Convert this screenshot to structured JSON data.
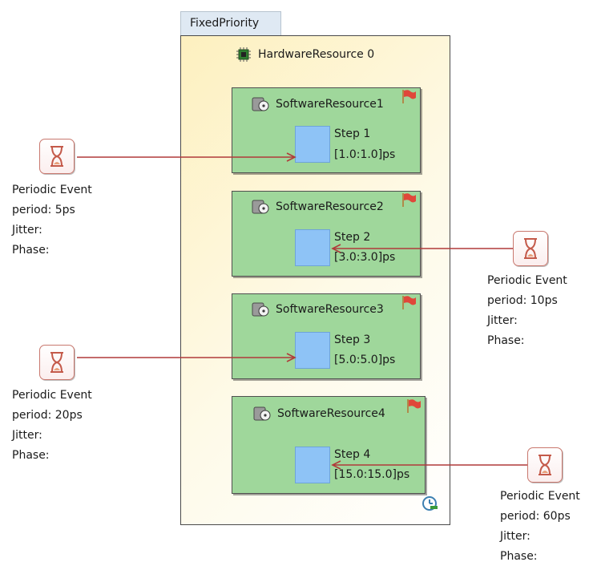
{
  "scheduler": {
    "label": "FixedPriority"
  },
  "hardware": {
    "label": "HardwareResource 0"
  },
  "software_resources": [
    {
      "label": "SoftwareResource1",
      "step_name": "Step 1",
      "step_range": "[1.0:1.0]ps"
    },
    {
      "label": "SoftwareResource2",
      "step_name": "Step 2",
      "step_range": "[3.0:3.0]ps"
    },
    {
      "label": "SoftwareResource3",
      "step_name": "Step 3",
      "step_range": "[5.0:5.0]ps"
    },
    {
      "label": "SoftwareResource4",
      "step_name": "Step 4",
      "step_range": "[15.0:15.0]ps"
    }
  ],
  "events": [
    {
      "title": "Periodic Event",
      "period": "period: 5ps",
      "jitter": "Jitter:",
      "phase": "Phase:"
    },
    {
      "title": "Periodic Event",
      "period": "period: 10ps",
      "jitter": "Jitter:",
      "phase": "Phase:"
    },
    {
      "title": "Periodic Event",
      "period": "period: 20ps",
      "jitter": "Jitter:",
      "phase": "Phase:"
    },
    {
      "title": "Periodic Event",
      "period": "period: 60ps",
      "jitter": "Jitter:",
      "phase": "Phase:"
    }
  ],
  "colors": {
    "hardware_fill": "#fdf0bf",
    "software_fill": "#9fd79b",
    "step_fill": "#8ec3f6",
    "connector": "#b03a3a",
    "event_border": "#c9786e"
  },
  "icons": [
    "chip-icon",
    "cpu-disk-icon",
    "flag-icon",
    "hourglass-icon",
    "clock-icon"
  ]
}
